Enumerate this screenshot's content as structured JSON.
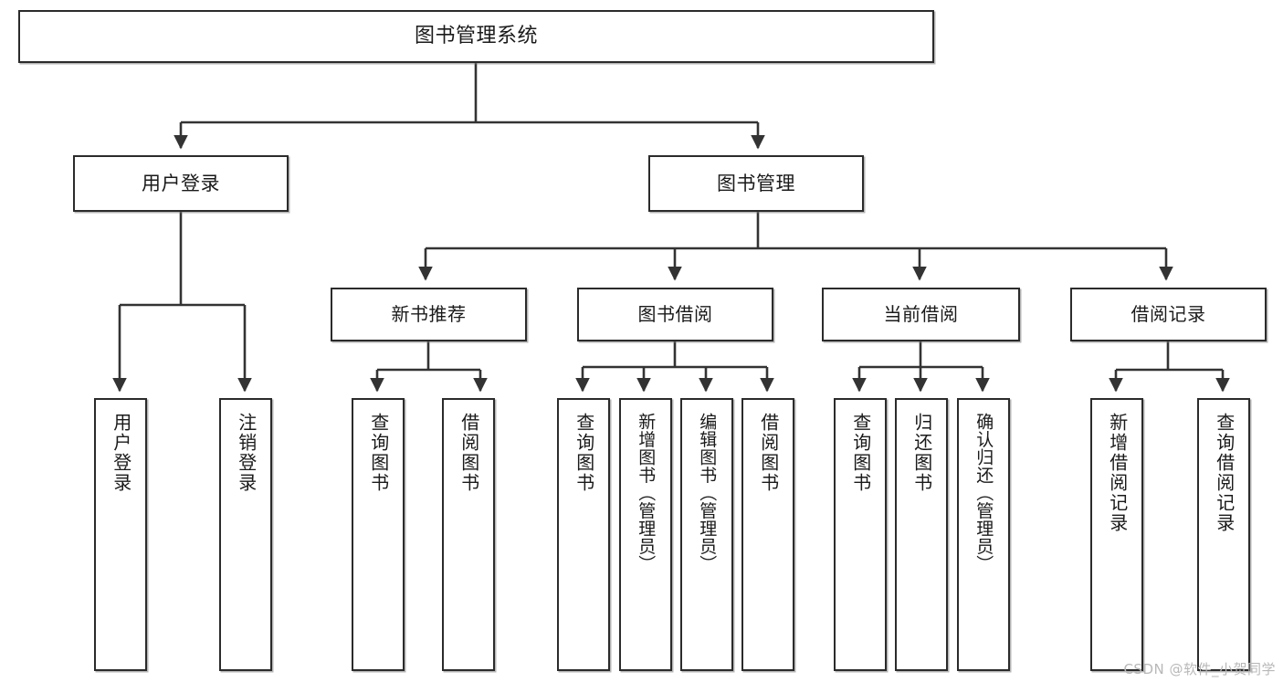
{
  "diagram": {
    "title": "图书管理系统",
    "type": "tree-hierarchy",
    "watermark": "CSDN @软件_小贺同学",
    "root": {
      "label": "图书管理系统"
    },
    "level1": [
      {
        "label": "用户登录"
      },
      {
        "label": "图书管理"
      }
    ],
    "level2": [
      {
        "label": "新书推荐"
      },
      {
        "label": "图书借阅"
      },
      {
        "label": "当前借阅"
      },
      {
        "label": "借阅记录"
      }
    ],
    "leaves": {
      "user_login": [
        {
          "label": "用户登录"
        },
        {
          "label": "注销登录"
        }
      ],
      "new_book_recommend": [
        {
          "label": "查询图书"
        },
        {
          "label": "借阅图书"
        }
      ],
      "book_borrow": [
        {
          "label": "查询图书"
        },
        {
          "label": "新增图书（管理员）"
        },
        {
          "label": "编辑图书（管理员）"
        },
        {
          "label": "借阅图书"
        }
      ],
      "current_borrow": [
        {
          "label": "查询图书"
        },
        {
          "label": "归还图书"
        },
        {
          "label": "确认归还（管理员）"
        }
      ],
      "borrow_record": [
        {
          "label": "新增借阅记录"
        },
        {
          "label": "查询借阅记录"
        }
      ]
    },
    "colors": {
      "border": "#2b2b2b",
      "edge": "#333333",
      "background": "#ffffff",
      "text": "#1a1a1a",
      "watermark": "#b8b8b8"
    }
  }
}
